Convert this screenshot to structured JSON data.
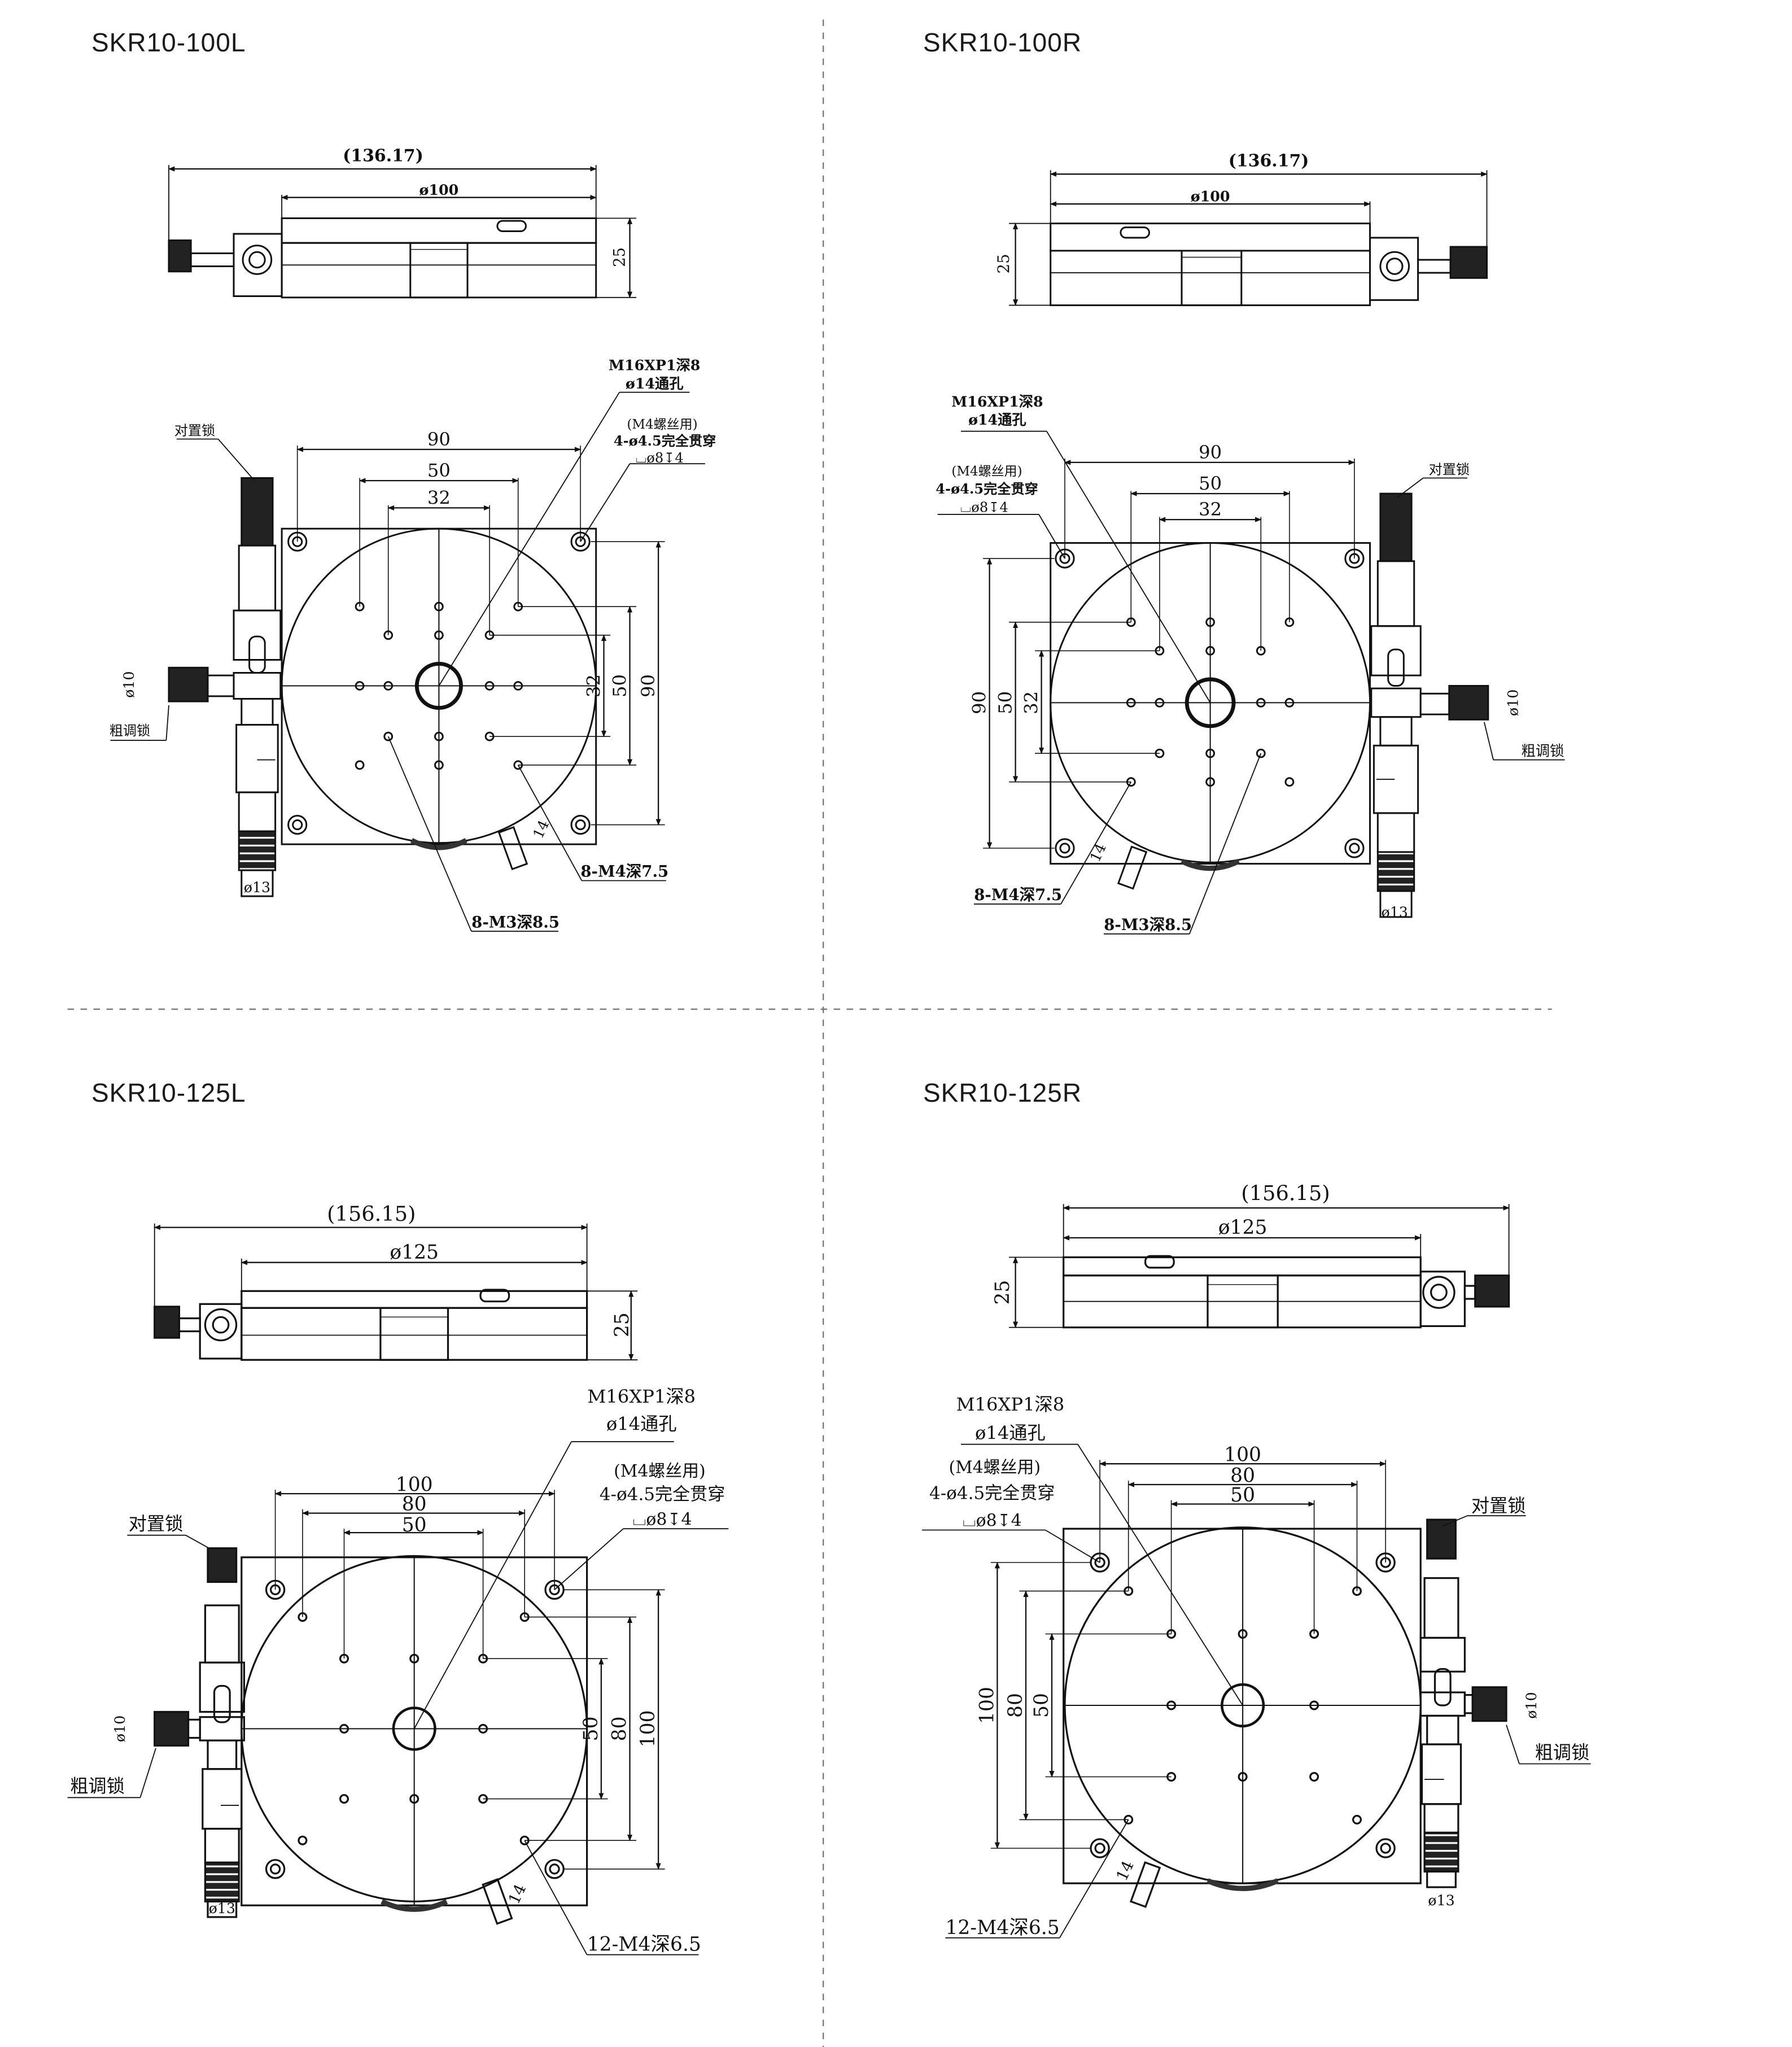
{
  "panels": [
    {
      "title": "SKR10-100L",
      "side_view": {
        "overall": "(136.17)",
        "diameter": "ø100",
        "height": "25"
      },
      "top_view": {
        "callout_thread": "M16XP1深8",
        "callout_through": "ø14通孔",
        "callout_m4_use": "(M4螺丝用)",
        "callout_holes": "4-ø4.5完全贯穿",
        "callout_cbore": "⌴ø8↧4",
        "dim_h1": "90",
        "dim_h2": "50",
        "dim_h3": "32",
        "dim_v1": "32",
        "dim_v2": "50",
        "dim_v3": "90",
        "label_lock": "对置锁",
        "label_coarse": "粗调锁",
        "dia_knob": "ø10",
        "dia_micrometer": "ø13",
        "dim_handle": "14",
        "holes_a": "8-M4深7.5",
        "holes_b": "8-M3深8.5"
      }
    },
    {
      "title": "SKR10-100R",
      "side_view": {
        "overall": "(136.17)",
        "diameter": "ø100",
        "height": "25"
      },
      "top_view": {
        "callout_thread": "M16XP1深8",
        "callout_through": "ø14通孔",
        "callout_m4_use": "(M4螺丝用)",
        "callout_holes": "4-ø4.5完全贯穿",
        "callout_cbore": "⌴ø8↧4",
        "dim_h1": "90",
        "dim_h2": "50",
        "dim_h3": "32",
        "dim_v1": "90",
        "dim_v2": "50",
        "dim_v3": "32",
        "label_lock": "对置锁",
        "label_coarse": "粗调锁",
        "dia_knob": "ø10",
        "dia_micrometer": "ø13",
        "dim_handle": "14",
        "holes_a": "8-M4深7.5",
        "holes_b": "8-M3深8.5"
      }
    },
    {
      "title": "SKR10-125L",
      "side_view": {
        "overall": "(156.15)",
        "diameter": "ø125",
        "height": "25"
      },
      "top_view": {
        "callout_thread": "M16XP1深8",
        "callout_through": "ø14通孔",
        "callout_m4_use": "(M4螺丝用)",
        "callout_holes": "4-ø4.5完全贯穿",
        "callout_cbore": "⌴ø8↧4",
        "dim_h1": "100",
        "dim_h2": "80",
        "dim_h3": "50",
        "dim_v1": "50",
        "dim_v2": "80",
        "dim_v3": "100",
        "label_lock": "对置锁",
        "label_coarse": "粗调锁",
        "dia_knob": "ø10",
        "dia_micrometer": "ø13",
        "dim_handle": "14",
        "holes_a": "12-M4深6.5"
      }
    },
    {
      "title": "SKR10-125R",
      "side_view": {
        "overall": "(156.15)",
        "diameter": "ø125",
        "height": "25"
      },
      "top_view": {
        "callout_thread": "M16XP1深8",
        "callout_through": "ø14通孔",
        "callout_m4_use": "(M4螺丝用)",
        "callout_holes": "4-ø4.5完全贯穿",
        "callout_cbore": "⌴ø8↧4",
        "dim_h1": "100",
        "dim_h2": "80",
        "dim_h3": "50",
        "dim_v1": "100",
        "dim_v2": "80",
        "dim_v3": "50",
        "label_lock": "对置锁",
        "label_coarse": "粗调锁",
        "dia_knob": "ø10",
        "dia_micrometer": "ø13",
        "dim_handle": "14",
        "holes_a": "12-M4深6.5"
      }
    }
  ]
}
